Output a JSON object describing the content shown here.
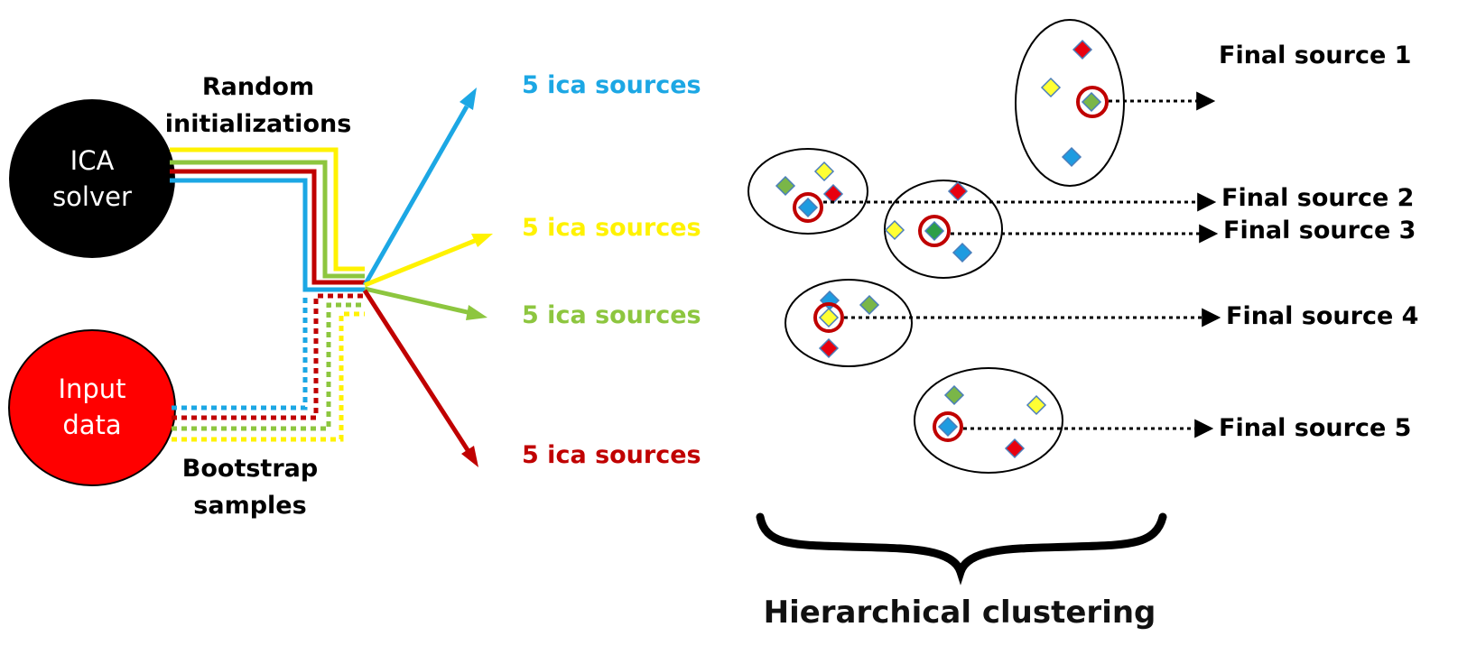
{
  "colors": {
    "blue": "#1CA7E4",
    "yellow": "#FFF200",
    "green": "#8DC63F",
    "red": "#C00000",
    "solver_fill": "#000000",
    "input_fill": "#FF0000",
    "diamond_green": "#7AB648",
    "diamond_yellow": "#FFFF33",
    "diamond_red": "#E8000F",
    "diamond_blue": "#1E9BE0",
    "highlight_ring": "#C00000"
  },
  "nodes": {
    "solver": {
      "line1": "ICA",
      "line2": "solver"
    },
    "input": {
      "line1": "Input",
      "line2": "data"
    }
  },
  "labels": {
    "random_line1": "Random",
    "random_line2": "initializations",
    "bootstrap_line1": "Bootstrap",
    "bootstrap_line2": "samples"
  },
  "ica_runs": [
    {
      "label": "5 ica sources",
      "color": "blue"
    },
    {
      "label": "5 ica sources",
      "color": "yellow"
    },
    {
      "label": "5 ica sources",
      "color": "green"
    },
    {
      "label": "5 ica sources",
      "color": "red"
    }
  ],
  "final_sources": [
    "Final source 1",
    "Final source 2",
    "Final source 3",
    "Final source 4",
    "Final source 5"
  ],
  "clustering_label": "Hierarchical clustering"
}
